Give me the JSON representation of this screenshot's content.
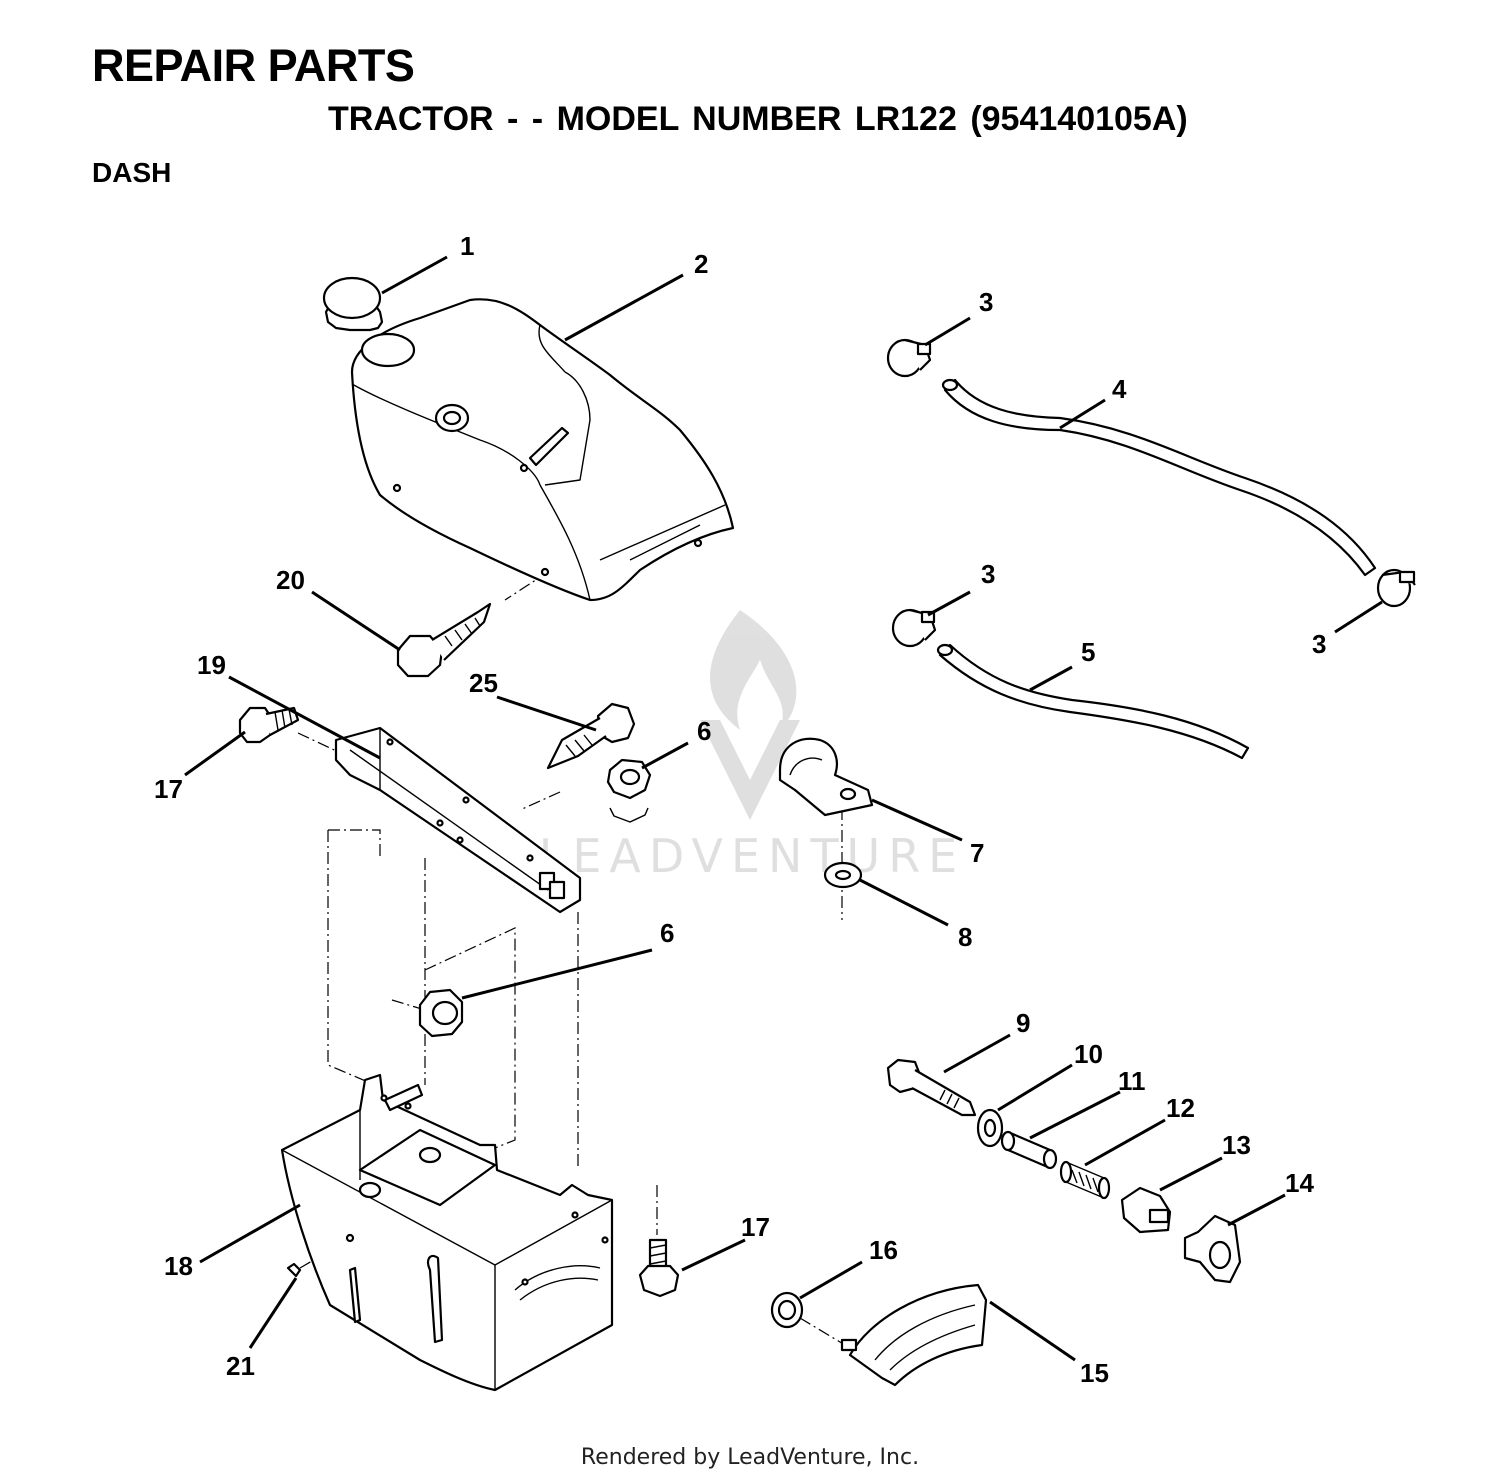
{
  "header": {
    "title": "REPAIR PARTS",
    "subtitle": "TRACTOR - - MODEL NUMBER LR122 (954140105A)",
    "section": "DASH"
  },
  "callouts": {
    "c1": "1",
    "c2": "2",
    "c3a": "3",
    "c3b": "3",
    "c3c": "3",
    "c4": "4",
    "c5": "5",
    "c6a": "6",
    "c6b": "6",
    "c7": "7",
    "c8": "8",
    "c9": "9",
    "c10": "10",
    "c11": "11",
    "c12": "12",
    "c13": "13",
    "c14": "14",
    "c15": "15",
    "c16": "16",
    "c17a": "17",
    "c17b": "17",
    "c18": "18",
    "c19": "19",
    "c20": "20",
    "c21": "21",
    "c25": "25"
  },
  "watermark": {
    "text": "LEADVENTURE"
  },
  "footer": {
    "text": "Rendered by LeadVenture, Inc."
  }
}
